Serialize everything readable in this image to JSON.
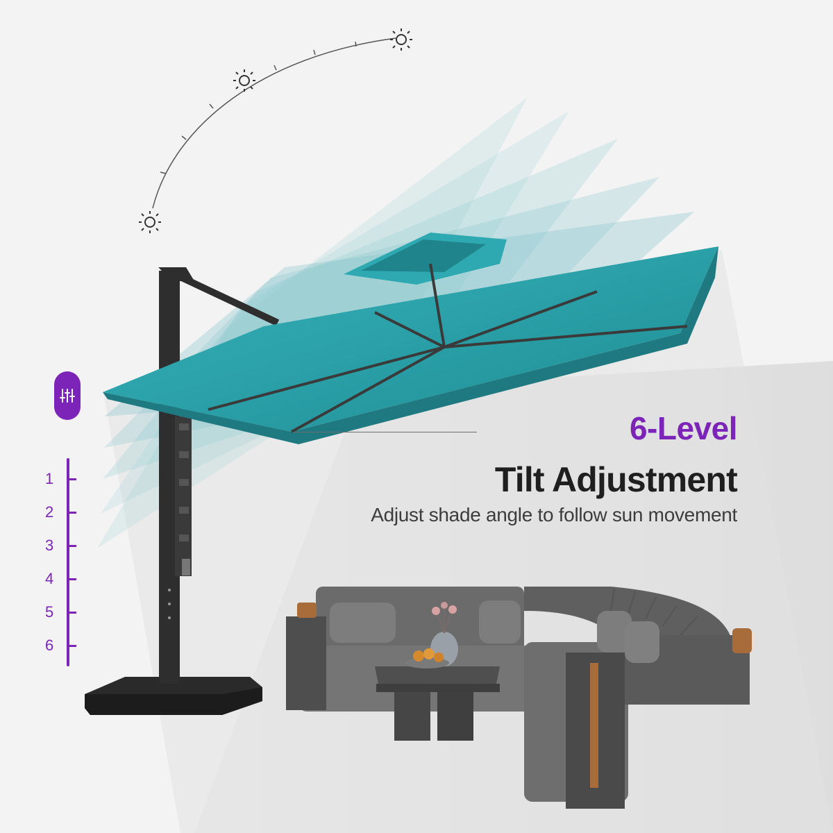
{
  "headline": {
    "level": "6-Level",
    "main": "Tilt Adjustment",
    "subtitle": "Adjust shade angle to follow sun movement"
  },
  "tilt_scale": {
    "levels": [
      "1",
      "2",
      "3",
      "4",
      "5",
      "6"
    ]
  },
  "badge": {
    "icon": "sliders-icon"
  },
  "sun_path": {
    "icon": "sun-icon",
    "count": 3
  },
  "colors": {
    "accent": "#7c24b8",
    "canopy": "#2aa0a8",
    "canopy_dark": "#1f7f86",
    "frame": "#2e2e2e",
    "sofa": "#6b6b6b",
    "background": "#f3f3f3"
  }
}
